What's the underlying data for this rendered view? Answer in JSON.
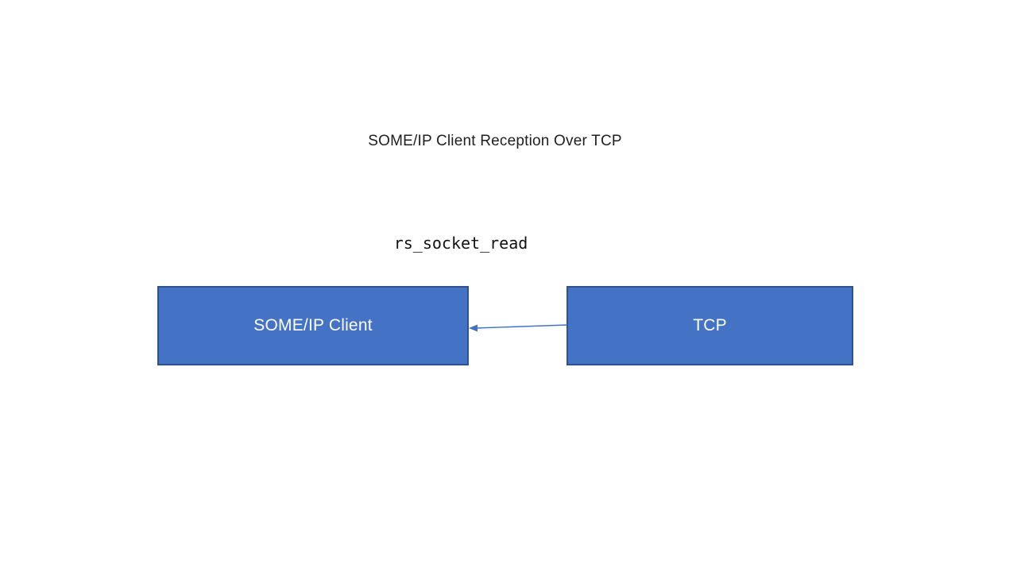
{
  "diagram": {
    "title": "SOME/IP Client Reception Over TCP",
    "edge": {
      "label": "rs_socket_read",
      "from": "TCP",
      "to": "SOME/IP Client",
      "direction": "right-to-left"
    },
    "nodes": [
      {
        "id": "someip-client",
        "label": "SOME/IP Client"
      },
      {
        "id": "tcp",
        "label": "TCP"
      }
    ],
    "colors": {
      "background": "#ffffff",
      "node_fill": "#4472C4",
      "node_border": "#2F528F",
      "node_text": "#ffffff",
      "arrow": "#4472C4",
      "title_text": "#1f1f1f",
      "label_text": "#111111"
    }
  }
}
